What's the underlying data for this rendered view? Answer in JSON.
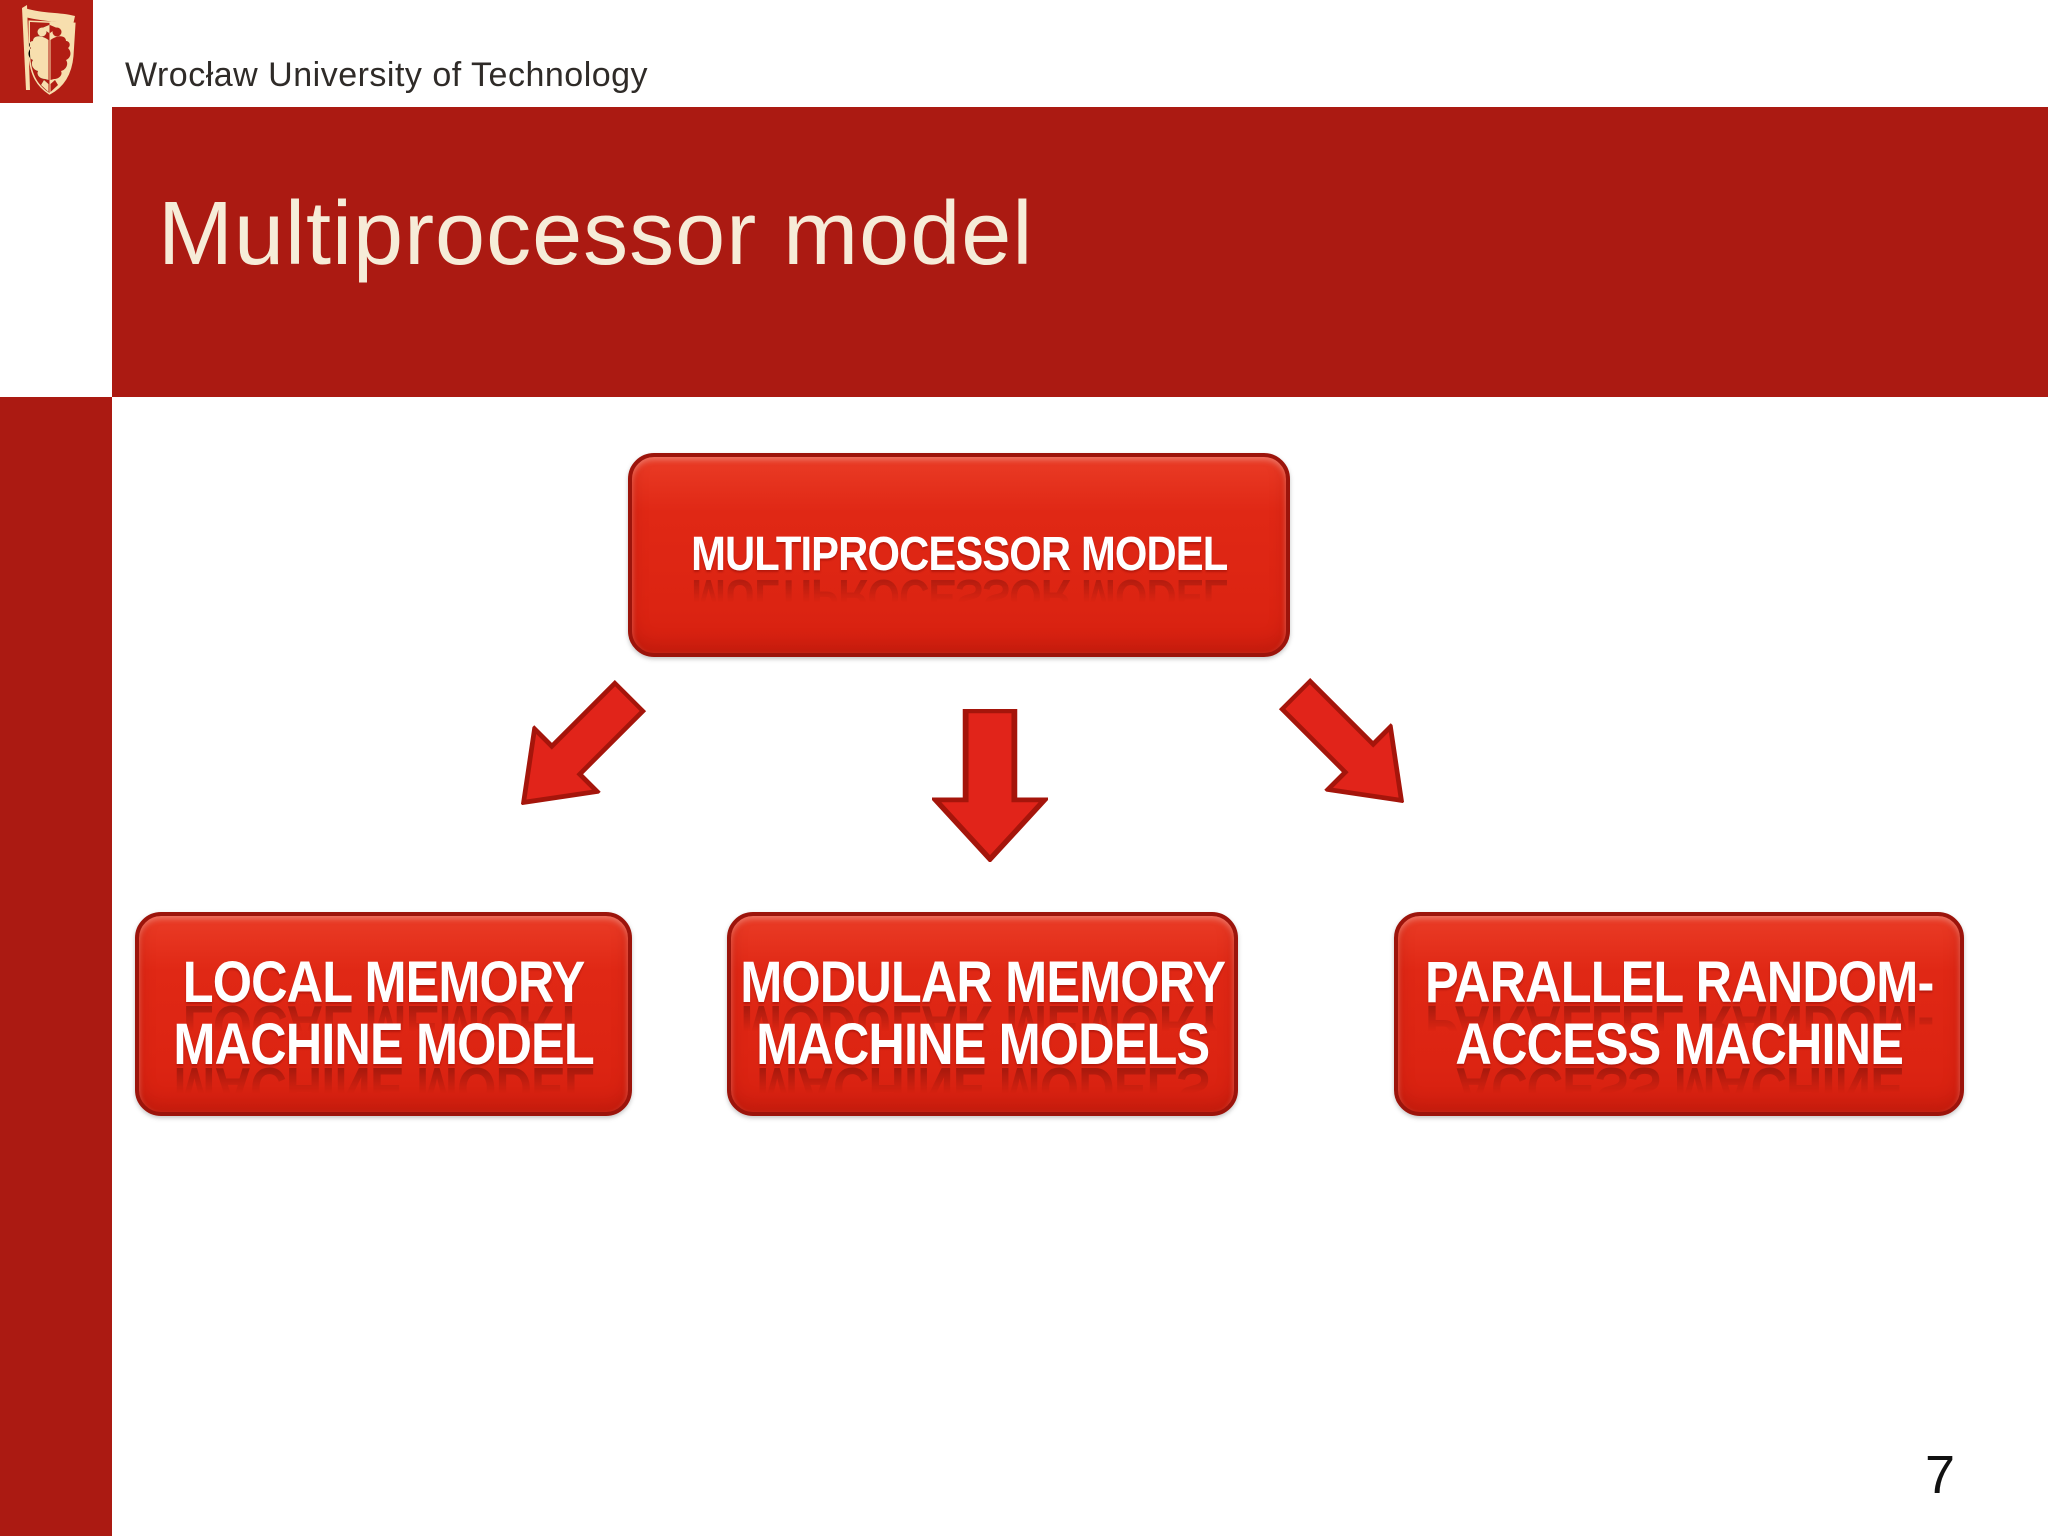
{
  "header": {
    "university_name": "Wrocław University of Technology"
  },
  "banner": {
    "title": "Multiprocessor model"
  },
  "diagram": {
    "root": {
      "label": "MULTIPROCESSOR MODEL"
    },
    "children": [
      {
        "line1": "LOCAL MEMORY",
        "line2": "MACHINE MODEL"
      },
      {
        "line1": "MODULAR MEMORY",
        "line2": "MACHINE MODELS"
      },
      {
        "line1": "PARALLEL RANDOM-",
        "line2": "ACCESS MACHINE"
      }
    ]
  },
  "footer": {
    "page_number": "7"
  },
  "colors": {
    "banner_red": "#ab1a12",
    "node_red": "#e02815",
    "node_border": "#9c140b",
    "arrow_red": "#e1241a",
    "arrow_border": "#a5150b",
    "title_cream": "#f6ecd8",
    "logo_red": "#b21e14",
    "logo_cream": "#f7dfae"
  }
}
